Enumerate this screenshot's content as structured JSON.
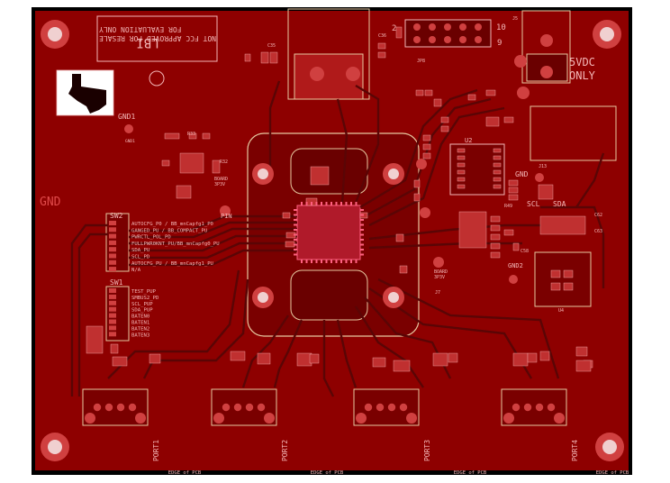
{
  "colors": {
    "background": "#ffffff",
    "board_edge": "#000000",
    "copper": "#8e0000",
    "copper_dark": "#6a0000",
    "trace": "#5a0505",
    "pad": "#d04040",
    "silkscreen": "#f3b6b6",
    "outline": "#e7c8a0",
    "highlight": "#ff6080",
    "via": "#d8d8d8"
  },
  "board": {
    "warning_line1": "FOR EVALUATION ONLY",
    "warning_line2": "NOT FCC APPROVED FOR RESALE",
    "label_lbi": "LBI",
    "supply_note_1": "5VDC",
    "supply_note_2": "ONLY"
  },
  "labels": {
    "gnd_big": "GND",
    "gnd1": "GND1",
    "gnd2": "GND2",
    "gnd": "GND",
    "scl": "SCL",
    "sda": "SDA",
    "sw2": "SW2",
    "sw1": "SW1",
    "pin": "PIN",
    "board_top": "BOARD",
    "board_top_volt": "3P3V",
    "board_right": "BOARD",
    "board_right_volt": "3P3V",
    "u4": "U4",
    "u2": "U2",
    "j5": "J5",
    "j7": "J7",
    "j13": "J13",
    "jp8": "JP8",
    "r33": "R33",
    "r32": "R32",
    "c35": "C35",
    "c36": "C36",
    "c58": "C58",
    "c62": "C62",
    "c63": "C63",
    "r49": "R49",
    "num_2": "2",
    "num_9": "9",
    "num_10": "10",
    "via_label": "GND1"
  },
  "sw2_items": [
    "AUTOCFG_P0 / BB_mnCapfg1_P0",
    "GANGED_PU / BB_COMPACT_PU",
    "PWRCTL_POL_PD",
    "FULLPWR0KNT_PU/BB_mnCapfg0_PU",
    "SDA_PU",
    "SCL_PD",
    "AUTOCFG_PU / BB_mnCapfg1_PU",
    "N/A"
  ],
  "sw1_items": [
    "TEST_PUP",
    "SMBUS2_PD",
    "SCL_PUP",
    "SDA_PUP",
    "BATEN0",
    "BATEN1",
    "BATEN2",
    "BATEN3"
  ],
  "ports": [
    "PORT1",
    "PORT2",
    "PORT3",
    "PORT4"
  ],
  "edge_labels": [
    "EDGE of PCB",
    "EDGE of PCB",
    "EDGE of PCB",
    "EDGE of PCB"
  ]
}
